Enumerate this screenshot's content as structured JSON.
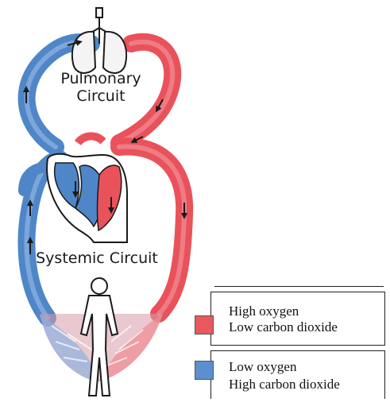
{
  "labels": {
    "pulmonary_line1": "Pulmonary",
    "pulmonary_line2": "Circuit",
    "systemic": "Systemic Circuit"
  },
  "legend": {
    "items": [
      {
        "line1": "High oxygen",
        "line2": "Low carbon dioxide",
        "color": "#e8595f"
      },
      {
        "line1": "Low oxygen",
        "line2": "High carbon dioxide",
        "color": "#5b8fce"
      }
    ]
  },
  "colors": {
    "oxygenated": "#e9525b",
    "oxygenated_light": "#f29aa0",
    "deoxygenated": "#4f86c8",
    "deoxygenated_light": "#9cbde6",
    "outline": "#1a1a1a"
  }
}
